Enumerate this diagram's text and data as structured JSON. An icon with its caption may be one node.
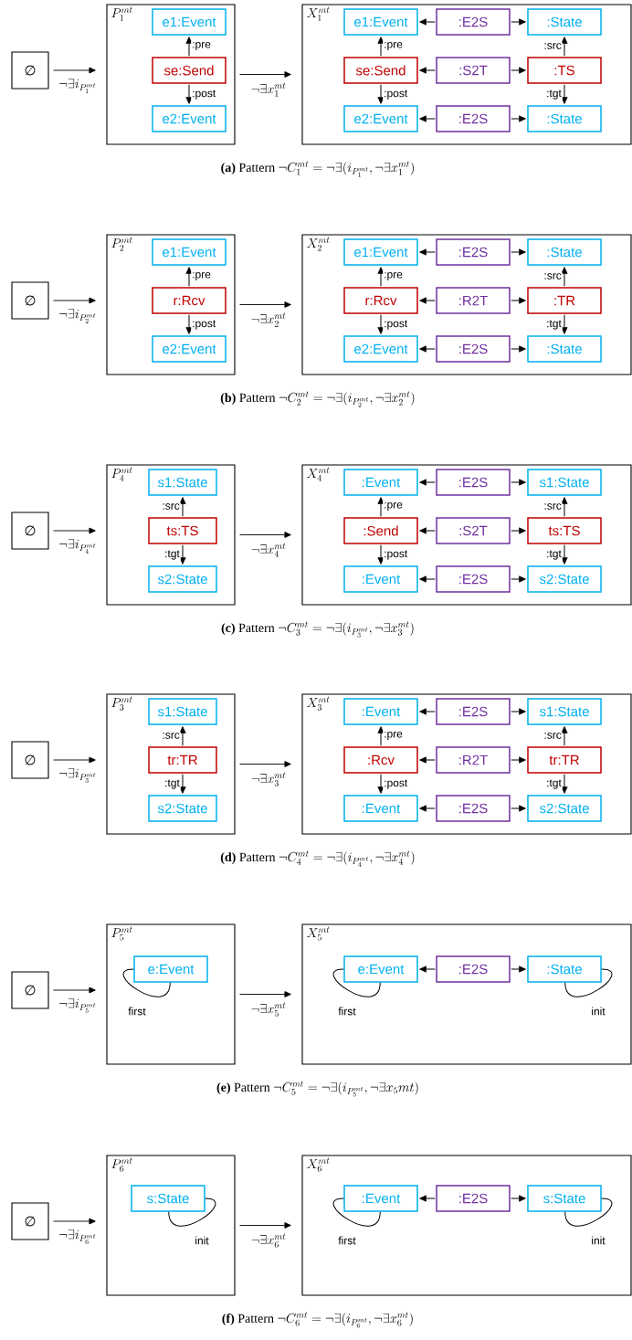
{
  "diagram": {
    "nodes": [
      {
        "text": [
          "∅"
        ]
      },
      {
        "text": [
          "P_1^{mt}"
        ]
      },
      {
        "text": [
          "e1:Event"
        ],
        "in": 1
      },
      {
        "text": [
          "se:Send"
        ],
        "in": 1
      },
      {
        "text": [
          "e2:Event"
        ],
        "in": 1
      },
      {
        "text": [
          "X_1^{mt}"
        ]
      },
      {
        "text": [
          "e1:Event"
        ],
        "in": 5
      },
      {
        "text": [
          ":E2S"
        ],
        "in": 5
      },
      {
        "text": [
          ":State"
        ],
        "in": 5
      },
      {
        "text": [
          "se:Send"
        ],
        "in": 5
      },
      {
        "text": [
          ":S2T"
        ],
        "in": 5
      },
      {
        "text": [
          ":TS"
        ],
        "in": 5
      },
      {
        "text": [
          "e2:Event"
        ],
        "in": 5
      },
      {
        "text": [
          ":E2S"
        ],
        "in": 5
      },
      {
        "text": [
          ":State"
        ],
        "in": 5
      },
      {
        "text": [
          "∅"
        ]
      },
      {
        "text": [
          "P_2^{mt}"
        ]
      },
      {
        "text": [
          "e1:Event"
        ],
        "in": 16
      },
      {
        "text": [
          "r:Rcv"
        ],
        "in": 16
      },
      {
        "text": [
          "e2:Event"
        ],
        "in": 16
      },
      {
        "text": [
          "X_2^{mt}"
        ]
      },
      {
        "text": [
          "e1:Event"
        ],
        "in": 20
      },
      {
        "text": [
          ":E2S"
        ],
        "in": 20
      },
      {
        "text": [
          ":State"
        ],
        "in": 20
      },
      {
        "text": [
          "r:Rcv"
        ],
        "in": 20
      },
      {
        "text": [
          ":R2T"
        ],
        "in": 20
      },
      {
        "text": [
          ":TR"
        ],
        "in": 20
      },
      {
        "text": [
          "e2:Event"
        ],
        "in": 20
      },
      {
        "text": [
          ":E2S"
        ],
        "in": 20
      },
      {
        "text": [
          ":State"
        ],
        "in": 20
      },
      {
        "text": [
          "∅"
        ]
      },
      {
        "text": [
          "P_4^{mt}"
        ]
      },
      {
        "text": [
          "s1:State"
        ],
        "in": 31
      },
      {
        "text": [
          "ts:TS"
        ],
        "in": 31
      },
      {
        "text": [
          "s2:State"
        ],
        "in": 31
      },
      {
        "text": [
          "X_4^{mt}"
        ]
      },
      {
        "text": [
          ":Event"
        ],
        "in": 35
      },
      {
        "text": [
          ":E2S"
        ],
        "in": 35
      },
      {
        "text": [
          "s1:State"
        ],
        "in": 35
      },
      {
        "text": [
          ":Send"
        ],
        "in": 35
      },
      {
        "text": [
          ":S2T"
        ],
        "in": 35
      },
      {
        "text": [
          "ts:TS"
        ],
        "in": 35
      },
      {
        "text": [
          ":Event"
        ],
        "in": 35
      },
      {
        "text": [
          ":E2S"
        ],
        "in": 35
      },
      {
        "text": [
          "s2:State"
        ],
        "in": 35
      },
      {
        "text": [
          "∅"
        ]
      },
      {
        "text": [
          "P_3^{mt}"
        ]
      },
      {
        "text": [
          "s1:State"
        ],
        "in": 46
      },
      {
        "text": [
          "tr:TR"
        ],
        "in": 46
      },
      {
        "text": [
          "s2:State"
        ],
        "in": 46
      },
      {
        "text": [
          "X_3^{mt}"
        ]
      },
      {
        "text": [
          ":Event"
        ],
        "in": 50
      },
      {
        "text": [
          ":E2S"
        ],
        "in": 50
      },
      {
        "text": [
          "s1:State"
        ],
        "in": 50
      },
      {
        "text": [
          ":Rcv"
        ],
        "in": 50
      },
      {
        "text": [
          ":R2T"
        ],
        "in": 50
      },
      {
        "text": [
          "tr:TR"
        ],
        "in": 50
      },
      {
        "text": [
          ":Event"
        ],
        "in": 50
      },
      {
        "text": [
          ":E2S"
        ],
        "in": 50
      },
      {
        "text": [
          "s2:State"
        ],
        "in": 50
      },
      {
        "text": [
          "∅"
        ]
      },
      {
        "text": [
          "P_5^{mt}"
        ]
      },
      {
        "text": [
          "e:Event"
        ],
        "in": 61
      },
      {
        "text": [
          "X_5^{mt}"
        ]
      },
      {
        "text": [
          "e:Event"
        ],
        "in": 63
      },
      {
        "text": [
          ":E2S"
        ],
        "in": 63
      },
      {
        "text": [
          ":State"
        ],
        "in": 63
      },
      {
        "text": [
          "∅"
        ]
      },
      {
        "text": [
          "P_6^{mt}"
        ]
      },
      {
        "text": [
          "s:State"
        ],
        "in": 68
      },
      {
        "text": [
          "X_6^{mt}"
        ]
      },
      {
        "text": [
          ":Event"
        ],
        "in": 70
      },
      {
        "text": [
          ":E2S"
        ],
        "in": 70
      },
      {
        "text": [
          "s:State"
        ],
        "in": 70
      }
    ],
    "edges": [
      {
        "from": 0,
        "to": 1,
        "arrow": "to",
        "label": "\\neg\\exists i_{P_1^{mt}}"
      },
      {
        "from": 1,
        "to": 5,
        "arrow": "to",
        "label": "\\neg\\exists x_1^{mt}"
      },
      {
        "from": 3,
        "to": 2,
        "arrow": "to",
        "label": ":pre"
      },
      {
        "from": 3,
        "to": 4,
        "arrow": "to",
        "label": ":post"
      },
      {
        "from": 7,
        "to": 6,
        "arrow": "to"
      },
      {
        "from": 7,
        "to": 8,
        "arrow": "to"
      },
      {
        "from": 9,
        "to": 6,
        "arrow": "to",
        "label": ":pre"
      },
      {
        "from": 10,
        "to": 9,
        "arrow": "to"
      },
      {
        "from": 10,
        "to": 11,
        "arrow": "to"
      },
      {
        "from": 11,
        "to": 8,
        "arrow": "to",
        "label": ":src"
      },
      {
        "from": 9,
        "to": 12,
        "arrow": "to",
        "label": ":post"
      },
      {
        "from": 11,
        "to": 14,
        "arrow": "to",
        "label": ":tgt"
      },
      {
        "from": 13,
        "to": 12,
        "arrow": "to"
      },
      {
        "from": 13,
        "to": 14,
        "arrow": "to"
      },
      {
        "from": 15,
        "to": 16,
        "arrow": "to",
        "label": "\\neg\\exists i_{P_2^{mt}}"
      },
      {
        "from": 16,
        "to": 20,
        "arrow": "to",
        "label": "\\neg\\exists x_2^{mt}"
      },
      {
        "from": 18,
        "to": 17,
        "arrow": "to",
        "label": ":pre"
      },
      {
        "from": 18,
        "to": 19,
        "arrow": "to",
        "label": ":post"
      },
      {
        "from": 22,
        "to": 21,
        "arrow": "to"
      },
      {
        "from": 22,
        "to": 23,
        "arrow": "to"
      },
      {
        "from": 24,
        "to": 21,
        "arrow": "to",
        "label": ":pre"
      },
      {
        "from": 25,
        "to": 24,
        "arrow": "to"
      },
      {
        "from": 25,
        "to": 26,
        "arrow": "to"
      },
      {
        "from": 26,
        "to": 23,
        "arrow": "to",
        "label": ":src"
      },
      {
        "from": 24,
        "to": 27,
        "arrow": "to",
        "label": ":post"
      },
      {
        "from": 26,
        "to": 29,
        "arrow": "to",
        "label": ":tgt"
      },
      {
        "from": 28,
        "to": 27,
        "arrow": "to"
      },
      {
        "from": 28,
        "to": 29,
        "arrow": "to"
      },
      {
        "from": 30,
        "to": 31,
        "arrow": "to",
        "label": "\\neg\\exists i_{P_4^{mt}}"
      },
      {
        "from": 31,
        "to": 35,
        "arrow": "to",
        "label": "\\neg\\exists x_4^{mt}"
      },
      {
        "from": 33,
        "to": 32,
        "arrow": "to",
        "label": ":src"
      },
      {
        "from": 33,
        "to": 34,
        "arrow": "to",
        "label": ":tgt"
      },
      {
        "from": 37,
        "to": 36,
        "arrow": "to"
      },
      {
        "from": 37,
        "to": 38,
        "arrow": "to"
      },
      {
        "from": 39,
        "to": 36,
        "arrow": "to",
        "label": ":pre"
      },
      {
        "from": 40,
        "to": 39,
        "arrow": "to"
      },
      {
        "from": 40,
        "to": 41,
        "arrow": "to"
      },
      {
        "from": 41,
        "to": 38,
        "arrow": "to",
        "label": ":src"
      },
      {
        "from": 39,
        "to": 42,
        "arrow": "to",
        "label": ":post"
      },
      {
        "from": 41,
        "to": 44,
        "arrow": "to",
        "label": ":tgt"
      },
      {
        "from": 43,
        "to": 42,
        "arrow": "to"
      },
      {
        "from": 43,
        "to": 44,
        "arrow": "to"
      },
      {
        "from": 45,
        "to": 46,
        "arrow": "to",
        "label": "\\neg\\exists i_{P_3^{mt}}"
      },
      {
        "from": 46,
        "to": 50,
        "arrow": "to",
        "label": "\\neg\\exists x_3^{mt}"
      },
      {
        "from": 48,
        "to": 47,
        "arrow": "to",
        "label": ":src"
      },
      {
        "from": 48,
        "to": 49,
        "arrow": "to",
        "label": ":tgt"
      },
      {
        "from": 52,
        "to": 51,
        "arrow": "to"
      },
      {
        "from": 52,
        "to": 53,
        "arrow": "to"
      },
      {
        "from": 54,
        "to": 51,
        "arrow": "to",
        "label": ":pre"
      },
      {
        "from": 55,
        "to": 54,
        "arrow": "to"
      },
      {
        "from": 55,
        "to": 56,
        "arrow": "to"
      },
      {
        "from": 56,
        "to": 53,
        "arrow": "to",
        "label": ":src"
      },
      {
        "from": 54,
        "to": 57,
        "arrow": "to",
        "label": ":post"
      },
      {
        "from": 56,
        "to": 59,
        "arrow": "to",
        "label": ":tgt"
      },
      {
        "from": 58,
        "to": 57,
        "arrow": "to"
      },
      {
        "from": 58,
        "to": 59,
        "arrow": "to"
      },
      {
        "from": 60,
        "to": 61,
        "arrow": "to",
        "label": "\\neg\\exists i_{P_5^{mt}}"
      },
      {
        "from": 61,
        "to": 63,
        "arrow": "to",
        "label": "\\neg\\exists x_5^{mt}"
      },
      {
        "from": 62,
        "to": 62,
        "arrow": "none",
        "label": "first"
      },
      {
        "from": 65,
        "to": 64,
        "arrow": "to"
      },
      {
        "from": 65,
        "to": 66,
        "arrow": "to"
      },
      {
        "from": 64,
        "to": 64,
        "arrow": "none",
        "label": "first"
      },
      {
        "from": 66,
        "to": 66,
        "arrow": "none",
        "label": "init"
      },
      {
        "from": 67,
        "to": 68,
        "arrow": "to",
        "label": "\\neg\\exists i_{P_6^{mt}}"
      },
      {
        "from": 68,
        "to": 70,
        "arrow": "to",
        "label": "\\neg\\exists x_6^{mt}"
      },
      {
        "from": 69,
        "to": 69,
        "arrow": "none",
        "label": "init"
      },
      {
        "from": 72,
        "to": 71,
        "arrow": "to"
      },
      {
        "from": 72,
        "to": 73,
        "arrow": "to"
      },
      {
        "from": 71,
        "to": 71,
        "arrow": "none",
        "label": "first"
      },
      {
        "from": 73,
        "to": 73,
        "arrow": "none",
        "label": "init"
      }
    ],
    "labels": [
      "\\textbf{(a)}\\ \\textrm{Pattern}\\ \\neg C_1^{mt} = \\neg\\exists(i_{P_1^{mt}}, \\neg\\exists x_1^{mt})",
      "\\textbf{(b)}\\ \\textrm{Pattern}\\ \\neg C_2^{mt} = \\neg\\exists(i_{P_2^{mt}}, \\neg\\exists x_2^{mt})",
      "\\textbf{(c)}\\ \\textrm{Pattern}\\ \\neg C_3^{mt} = \\neg\\exists(i_{P_3^{mt}}, \\neg\\exists x_3^{mt})",
      "\\textbf{(d)}\\ \\textrm{Pattern}\\ \\neg C_4^{mt} = \\neg\\exists(i_{P_4^{mt}}, \\neg\\exists x_4^{mt})",
      "\\textbf{(e)}\\ \\textrm{Pattern}\\ \\neg C_5^{mt} = \\neg\\exists(i_{P_5^{mt}}, \\neg\\exists x_5mt)",
      "\\textbf{(f)}\\ \\textrm{Pattern}\\ \\neg C_6^{mt} = \\neg\\exists(i_{P_6^{mt}}, \\neg\\exists x_6^{mt})"
    ]
  }
}
